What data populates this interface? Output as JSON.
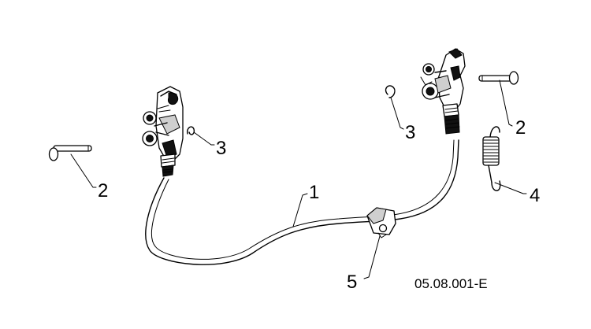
{
  "diagram": {
    "callouts": {
      "cable": "1",
      "pin_left": "2",
      "pin_right": "2",
      "clip_left": "3",
      "clip_right": "3",
      "spring": "4",
      "clamp": "5"
    },
    "drawing_code": "05.08.001-E"
  }
}
